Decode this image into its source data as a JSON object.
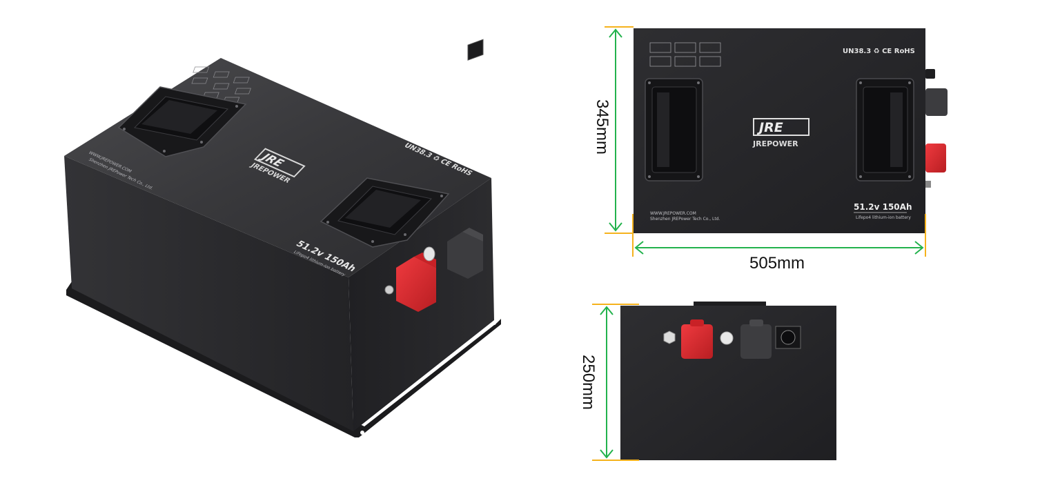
{
  "colors": {
    "case_dark": "#2a2a2c",
    "case_top": "#3a3a3c",
    "terminal_positive": "#e02a2f",
    "terminal_negative": "#3a3a3a",
    "dimension_line": "#22b24c",
    "dimension_tick": "#f5b21c"
  },
  "perspective_view": {
    "brand_logo": "JRE",
    "brand_name": "JREPOWER",
    "cert_marks": "UN38.3 ♻ CE RoHS",
    "website": "WWW.JREPOWER.COM",
    "company": "Shenzhen JREPower Tech Co., Ltd.",
    "rating": "51.2v 150Ah",
    "chemistry": "LiFepo4 lithium-ion battery"
  },
  "top_view": {
    "brand_logo": "JRE",
    "brand_name": "JREPOWER",
    "cert_marks": "UN38.3 ♻ CE RoHS",
    "website": "WWW.JREPOWER.COM",
    "company": "Shenzhen JREPower Tech Co., Ltd.",
    "rating": "51.2v 150Ah",
    "chemistry": "Lifepo4 lithium-ion battery",
    "feature_icons": [
      "support-fast-charging-icon",
      "self-maintenance-icon",
      "cycle-icon",
      "ip-waterproof-icon",
      "warranty-icon",
      "high-security-icon"
    ]
  },
  "dimensions": {
    "height": "345mm",
    "width": "505mm",
    "depth": "250mm"
  }
}
